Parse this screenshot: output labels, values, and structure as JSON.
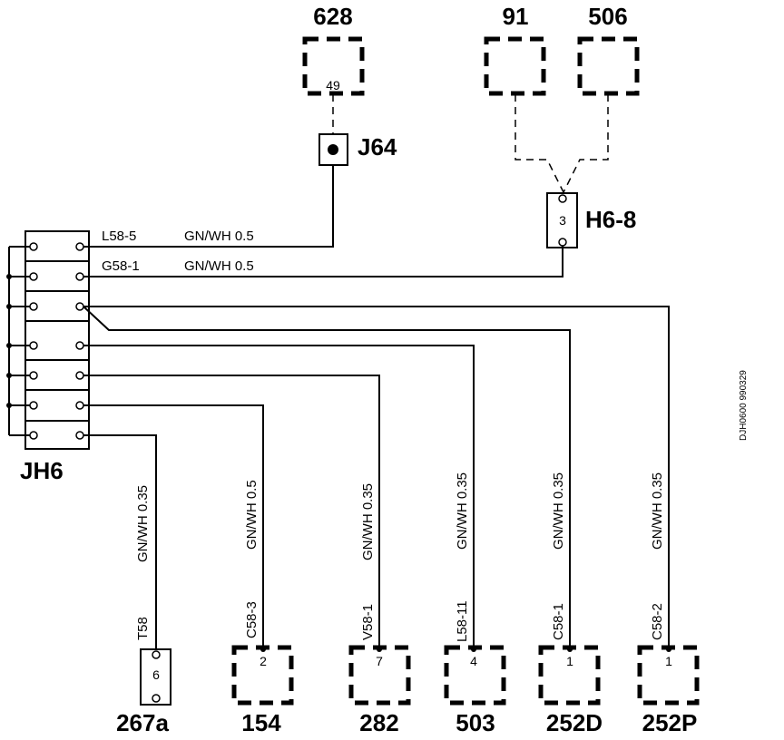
{
  "connectors": {
    "c628": {
      "id": "628",
      "pin": "49"
    },
    "c91": {
      "id": "91"
    },
    "c506": {
      "id": "506"
    },
    "j64": {
      "id": "J64"
    },
    "h68": {
      "id": "H6-8",
      "pin": "3"
    },
    "jh6": {
      "id": "JH6"
    },
    "c267a": {
      "id": "267a",
      "pin": "6"
    },
    "c154": {
      "id": "154",
      "pin": "2"
    },
    "c282": {
      "id": "282",
      "pin": "7"
    },
    "c503": {
      "id": "503",
      "pin": "4"
    },
    "c252d": {
      "id": "252D",
      "pin": "1"
    },
    "c252p": {
      "id": "252P",
      "pin": "1"
    }
  },
  "wires": {
    "w1": {
      "circuit": "L58-5",
      "spec": "GN/WH 0.5"
    },
    "w2": {
      "circuit": "G58-1",
      "spec": "GN/WH 0.5"
    },
    "w267a": {
      "circuit": "T58",
      "spec": "GN/WH 0.35"
    },
    "w154": {
      "circuit": "C58-3",
      "spec": "GN/WH 0.5"
    },
    "w282": {
      "circuit": "V58-1",
      "spec": "GN/WH 0.35"
    },
    "w503": {
      "circuit": "L58-11",
      "spec": "GN/WH 0.35"
    },
    "w252d": {
      "circuit": "C58-1",
      "spec": "GN/WH 0.35"
    },
    "w252p": {
      "circuit": "C58-2",
      "spec": "GN/WH 0.35"
    }
  },
  "drawing_id": "DJH0600 990329"
}
